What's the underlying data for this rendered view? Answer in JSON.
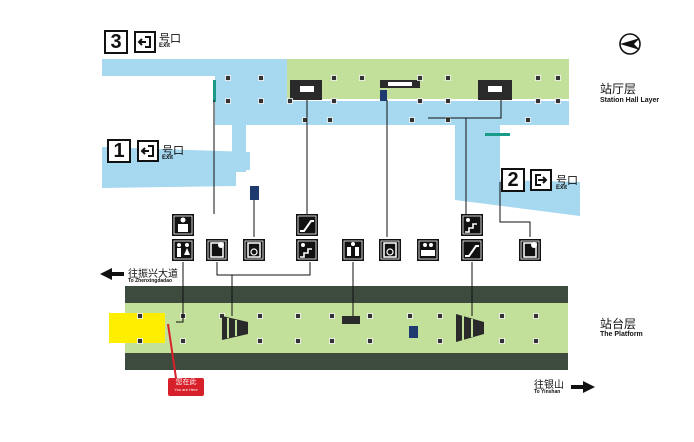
{
  "colors": {
    "hall_blue": "#a6d8ef",
    "platform_green": "#c3e09a",
    "track_dark": "#3d4a3e",
    "you_are_here_red": "#d8202a",
    "highlight_yellow": "#ffee00",
    "exit_teal": "#1a9b8a",
    "marker_navy": "#1f3a6e"
  },
  "levels": {
    "station_hall": {
      "name_cn": "站厅层",
      "name_en": "Station Hall Layer"
    },
    "platform": {
      "name_cn": "站台层",
      "name_en": "The Platform"
    }
  },
  "exits": [
    {
      "number": "3",
      "label_cn": "号口",
      "label_en": "Exit",
      "icon": "exit-arrow-left-icon"
    },
    {
      "number": "1",
      "label_cn": "号口",
      "label_en": "Exit",
      "icon": "exit-arrow-left-icon"
    },
    {
      "number": "2",
      "label_cn": "号口",
      "label_en": "Exit",
      "icon": "exit-arrow-right-icon"
    }
  ],
  "directions": {
    "west": {
      "label_cn": "往振兴大道",
      "label_en": "To Zhenxingdadao",
      "arrow": "arrow-left-icon"
    },
    "east": {
      "label_cn": "往银山",
      "label_en": "To Yinshan",
      "arrow": "arrow-right-icon"
    }
  },
  "you_are_here": {
    "label_cn": "您在此",
    "label_en": "You are Here"
  },
  "facility_icons": [
    "family-restroom-icon",
    "restroom-icon",
    "ticket-machine-icon",
    "accessible-elevator-icon",
    "escalator-icon",
    "stairs-icon",
    "ticket-gate-icon",
    "accessible-elevator-icon",
    "service-counter-icon",
    "stairs-icon",
    "escalator-icon",
    "ticket-machine-icon"
  ],
  "compass_icon": "metro-logo-icon"
}
